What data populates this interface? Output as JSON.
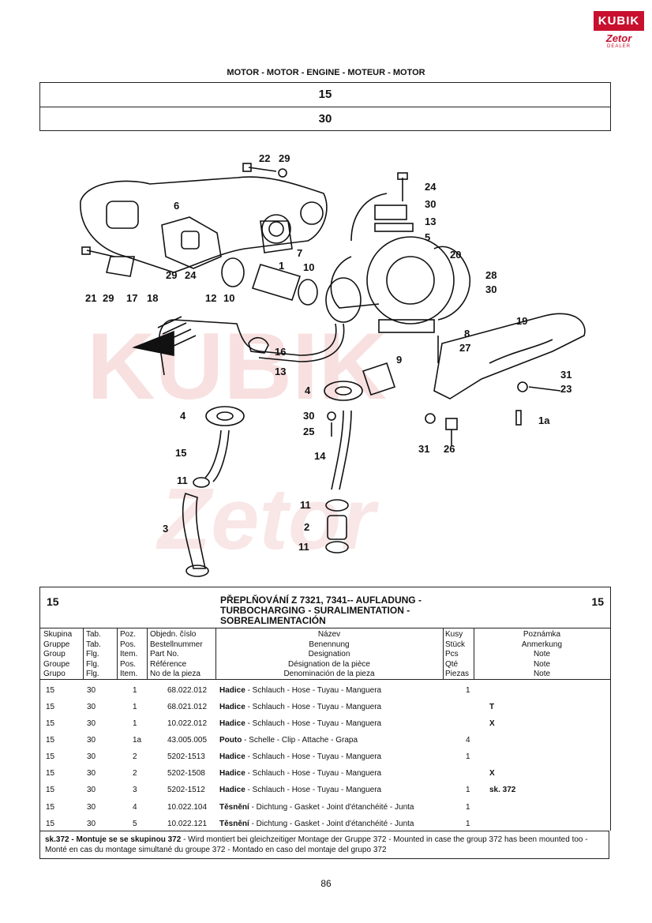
{
  "logo": {
    "brand": "KUBIK",
    "sub": "Zetor",
    "dealer": "DEALER"
  },
  "header": {
    "title": "MOTOR - MOTOR - ENGINE - MOTEUR - MOTOR",
    "group": "15",
    "table": "30"
  },
  "diagram": {
    "labels": [
      "22",
      "29",
      "24",
      "30",
      "13",
      "5",
      "20",
      "28",
      "30",
      "6",
      "7",
      "1",
      "10",
      "21",
      "29",
      "17",
      "18",
      "29",
      "24",
      "12",
      "10",
      "8",
      "27",
      "19",
      "16",
      "13",
      "9",
      "4",
      "31",
      "23",
      "1a",
      "4",
      "30",
      "25",
      "31",
      "26",
      "15",
      "14",
      "11",
      "3",
      "2",
      "11",
      "11"
    ]
  },
  "section": {
    "group_left": "15",
    "group_right": "15",
    "title_lines": [
      "PŘEPLŇOVÁNÍ Z 7321, 7341-- AUFLADUNG -",
      "TURBOCHARGING - SURALIMENTATION -",
      "SOBREALIMENTACIÓN"
    ]
  },
  "columns": {
    "group": [
      "Skupina",
      "Gruppe",
      "Group",
      "Groupe",
      "Grupo"
    ],
    "table": [
      "Tab.",
      "Tab.",
      "Flg.",
      "Flg.",
      "Flg."
    ],
    "pos": [
      "Poz.",
      "Pos.",
      "Item.",
      "Pos.",
      "Item."
    ],
    "partno": [
      "Objedn. číslo",
      "Bestellnummer",
      "Part No.",
      "Référence",
      "No de la pieza"
    ],
    "name": [
      "Název",
      "Benennung",
      "Designation",
      "Désignation de la pièce",
      "Denominación de la pieza"
    ],
    "qty": [
      "Kusy",
      "Stück",
      "Pcs",
      "Qté",
      "Piezas"
    ],
    "note": [
      "Poznámka",
      "Anmerkung",
      "Note",
      "Note",
      "Note"
    ]
  },
  "rows": [
    {
      "group": "15",
      "table": "30",
      "pos": "1",
      "partno": "68.022.012",
      "name_bold": "Hadice",
      "name_rest": " - Schlauch - Hose - Tuyau - Manguera",
      "qty": "1",
      "note": ""
    },
    {
      "group": "15",
      "table": "30",
      "pos": "1",
      "partno": "68.021.012",
      "name_bold": "Hadice",
      "name_rest": " - Schlauch - Hose - Tuyau - Manguera",
      "qty": "",
      "note": "T"
    },
    {
      "group": "15",
      "table": "30",
      "pos": "1",
      "partno": "10.022.012",
      "name_bold": "Hadice",
      "name_rest": " - Schlauch - Hose - Tuyau - Manguera",
      "qty": "",
      "note": "X"
    },
    {
      "group": "15",
      "table": "30",
      "pos": "1a",
      "partno": "43.005.005",
      "name_bold": "Pouto",
      "name_rest": " - Schelle - Clip - Attache - Grapa",
      "qty": "4",
      "note": ""
    },
    {
      "group": "15",
      "table": "30",
      "pos": "2",
      "partno": "5202-1513",
      "name_bold": "Hadice",
      "name_rest": " - Schlauch - Hose - Tuyau - Manguera",
      "qty": "1",
      "note": ""
    },
    {
      "group": "15",
      "table": "30",
      "pos": "2",
      "partno": "5202-1508",
      "name_bold": "Hadice",
      "name_rest": " - Schlauch - Hose - Tuyau - Manguera",
      "qty": "",
      "note": "X"
    },
    {
      "group": "15",
      "table": "30",
      "pos": "3",
      "partno": "5202-1512",
      "name_bold": "Hadice",
      "name_rest": " - Schlauch - Hose - Tuyau - Manguera",
      "qty": "1",
      "note": "sk. 372"
    },
    {
      "group": "15",
      "table": "30",
      "pos": "4",
      "partno": "10.022.104",
      "name_bold": "Těsnění",
      "name_rest": " - Dichtung - Gasket - Joint d'étanchéité - Junta",
      "qty": "1",
      "note": ""
    },
    {
      "group": "15",
      "table": "30",
      "pos": "5",
      "partno": "10.022.121",
      "name_bold": "Těsnění",
      "name_rest": " - Dichtung - Gasket - Joint d'étanchéité - Junta",
      "qty": "1",
      "note": ""
    }
  ],
  "footnote": {
    "bold": "sk.372 - Montuje se se skupinou 372",
    "rest": " - Wird montiert bei gleichzeitiger Montage der Gruppe 372 - Mounted in case the group 372 has been mounted too - Monté en cas du montage simultané du groupe 372 - Montado en caso del montaje del grupo 372"
  },
  "page_number": "86"
}
